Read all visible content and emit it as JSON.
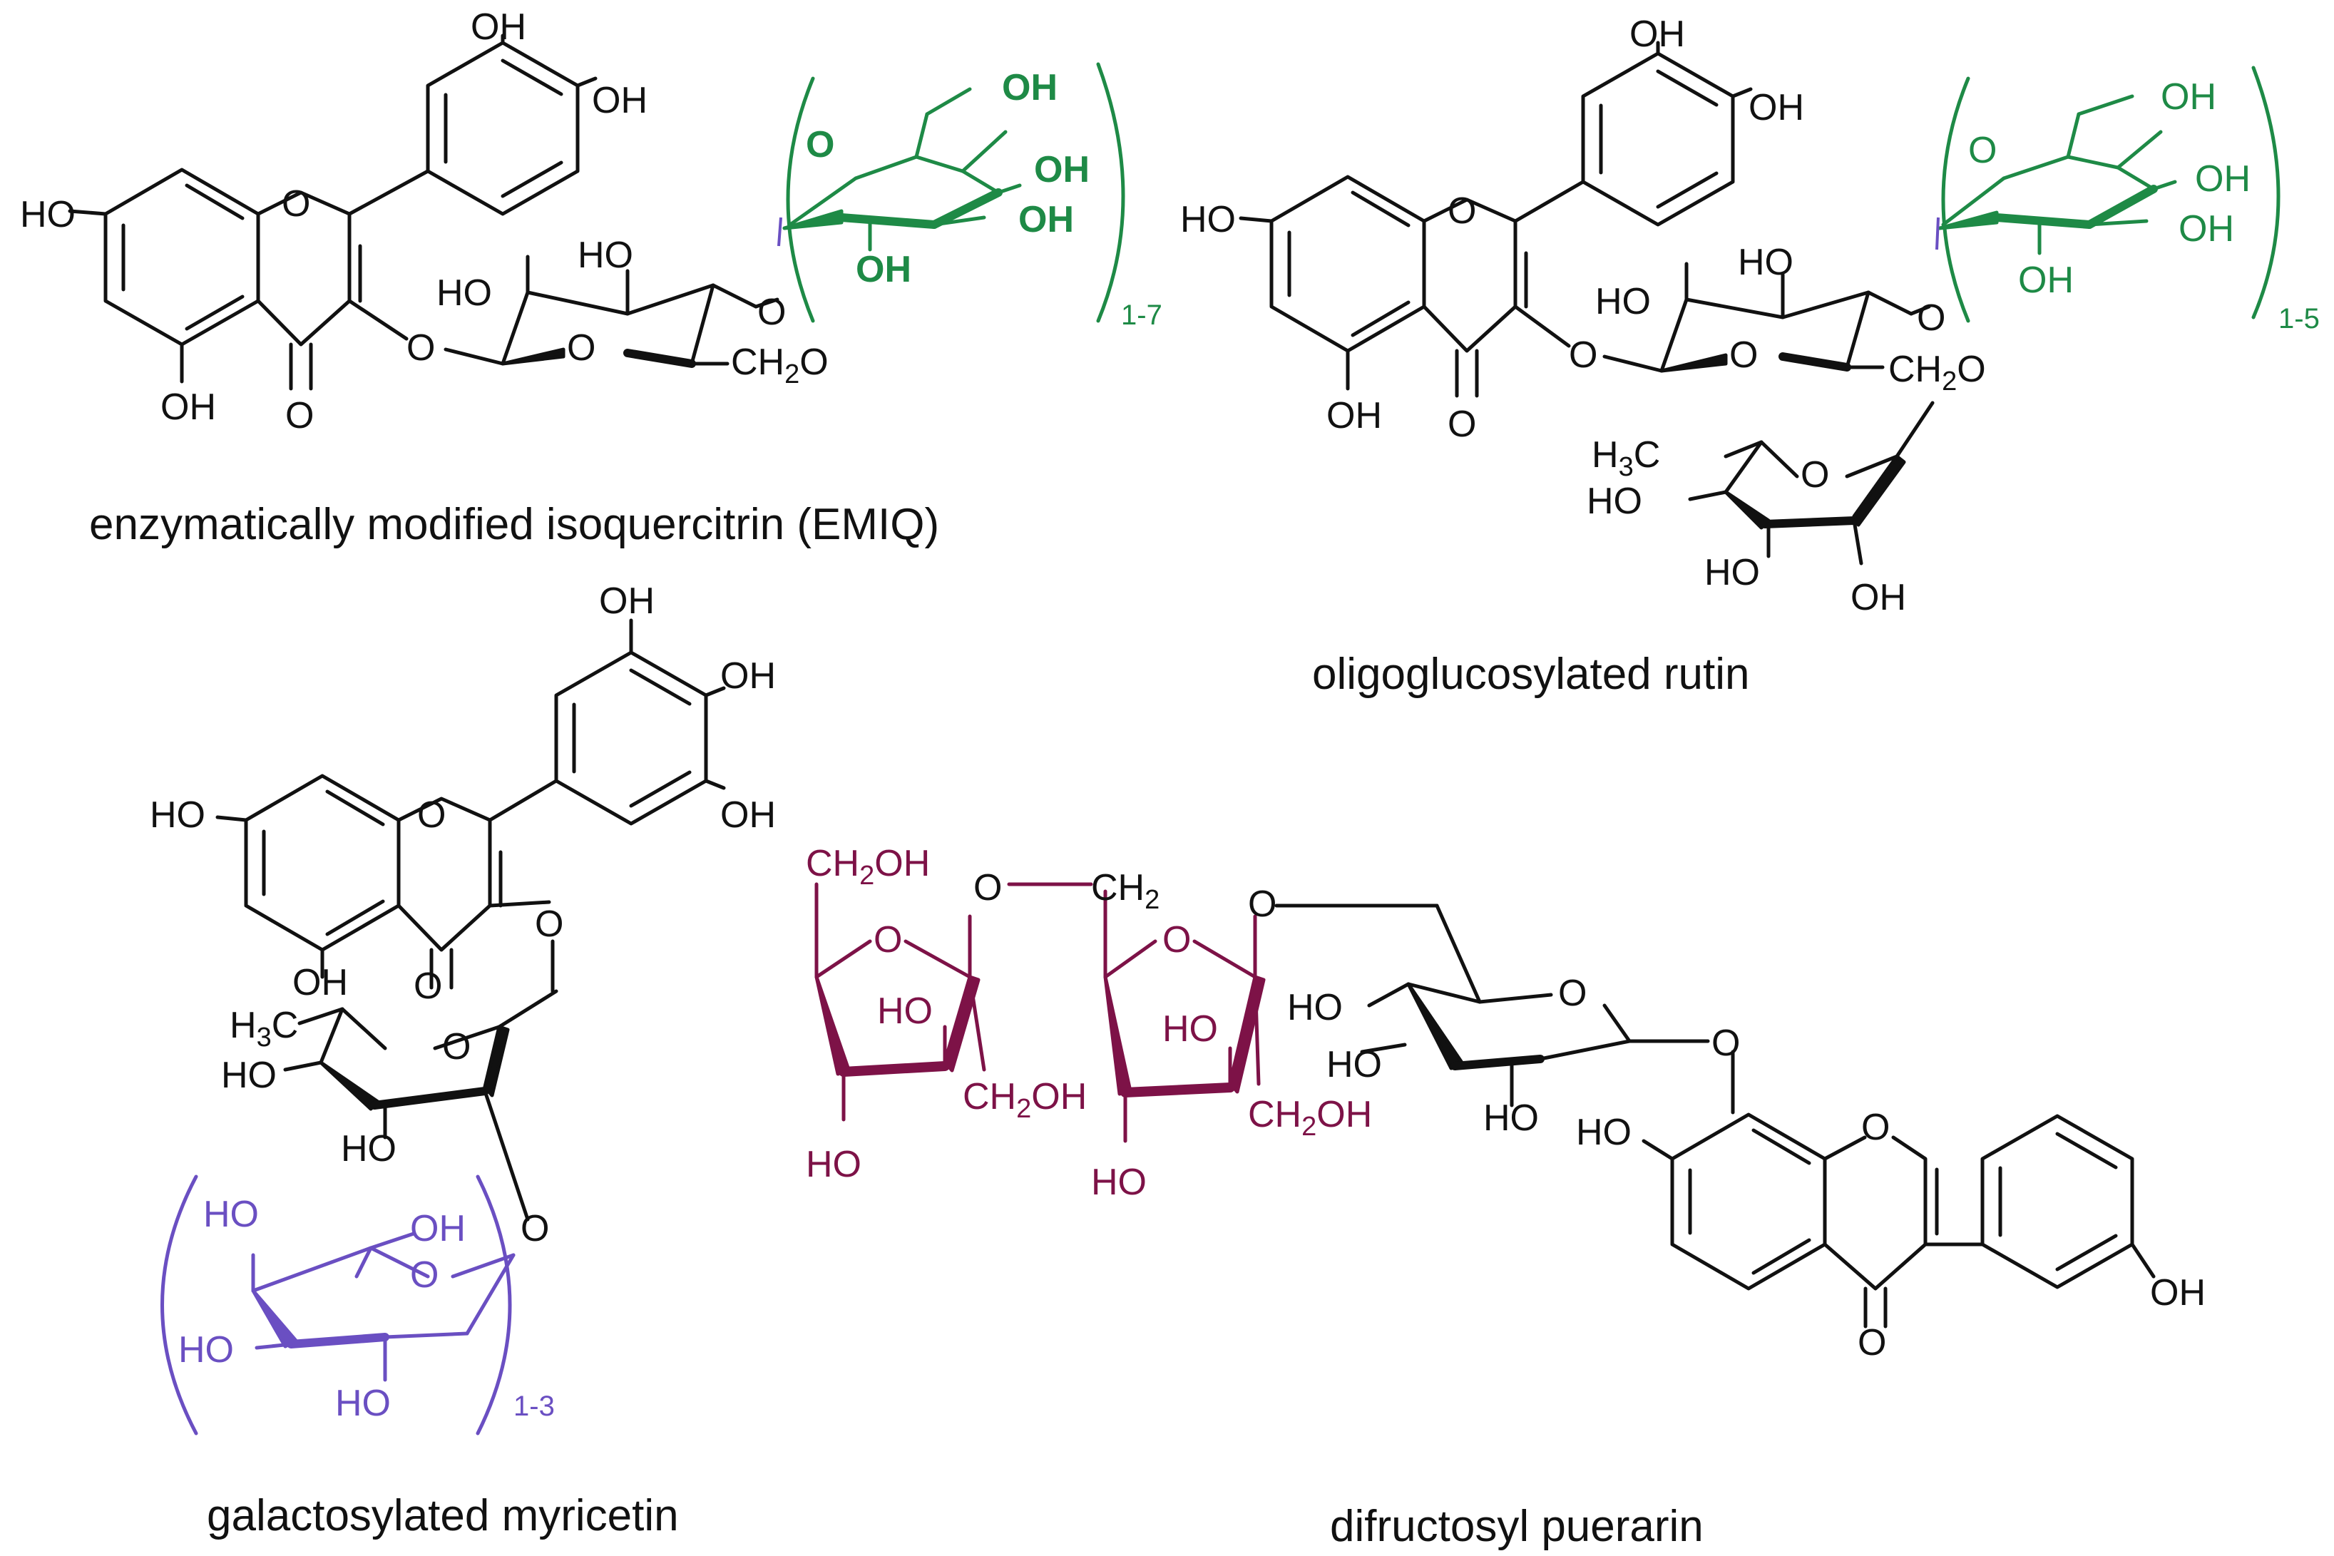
{
  "colors": {
    "black": "#111111",
    "green": "#1e8a46",
    "purple": "#6a4fc2",
    "maroon": "#7d1247"
  },
  "structures": {
    "emiq": {
      "caption": "enzymatically modified isoquercitrin (EMIQ)",
      "labels": [
        "OH",
        "OH",
        "HO",
        "O",
        "OH",
        "O",
        "HO",
        "HO",
        "O",
        "O",
        "O",
        "CH2O",
        "O",
        "OH",
        "OH",
        "OH",
        "OH"
      ],
      "subscript": "1-7"
    },
    "rutin": {
      "caption": "oligoglucosylated rutin",
      "labels": [
        "OH",
        "OH",
        "HO",
        "O",
        "OH",
        "O",
        "HO",
        "HO",
        "O",
        "O",
        "O",
        "CH2O",
        "O",
        "OH",
        "OH",
        "OH",
        "OH",
        "H3C",
        "O",
        "HO",
        "HO",
        "OH"
      ],
      "subscript": "1-5"
    },
    "myricetin": {
      "caption": "galactosylated myricetin",
      "labels": [
        "OH",
        "OH",
        "OH",
        "HO",
        "O",
        "OH",
        "O",
        "O",
        "H3C",
        "O",
        "HO",
        "HO",
        "O",
        "HO",
        "OH",
        "O",
        "HO",
        "HO"
      ],
      "subscript": "1-3"
    },
    "puerarin": {
      "caption": "difructosyl puerarin",
      "labels": [
        "CH2OH",
        "O",
        "CH2",
        "O",
        "O",
        "HO",
        "CH2OH",
        "HO",
        "O",
        "HO",
        "HO",
        "CH2OH",
        "HO",
        "O",
        "HO",
        "HO",
        "O",
        "HO",
        "O",
        "O",
        "OH"
      ]
    }
  }
}
